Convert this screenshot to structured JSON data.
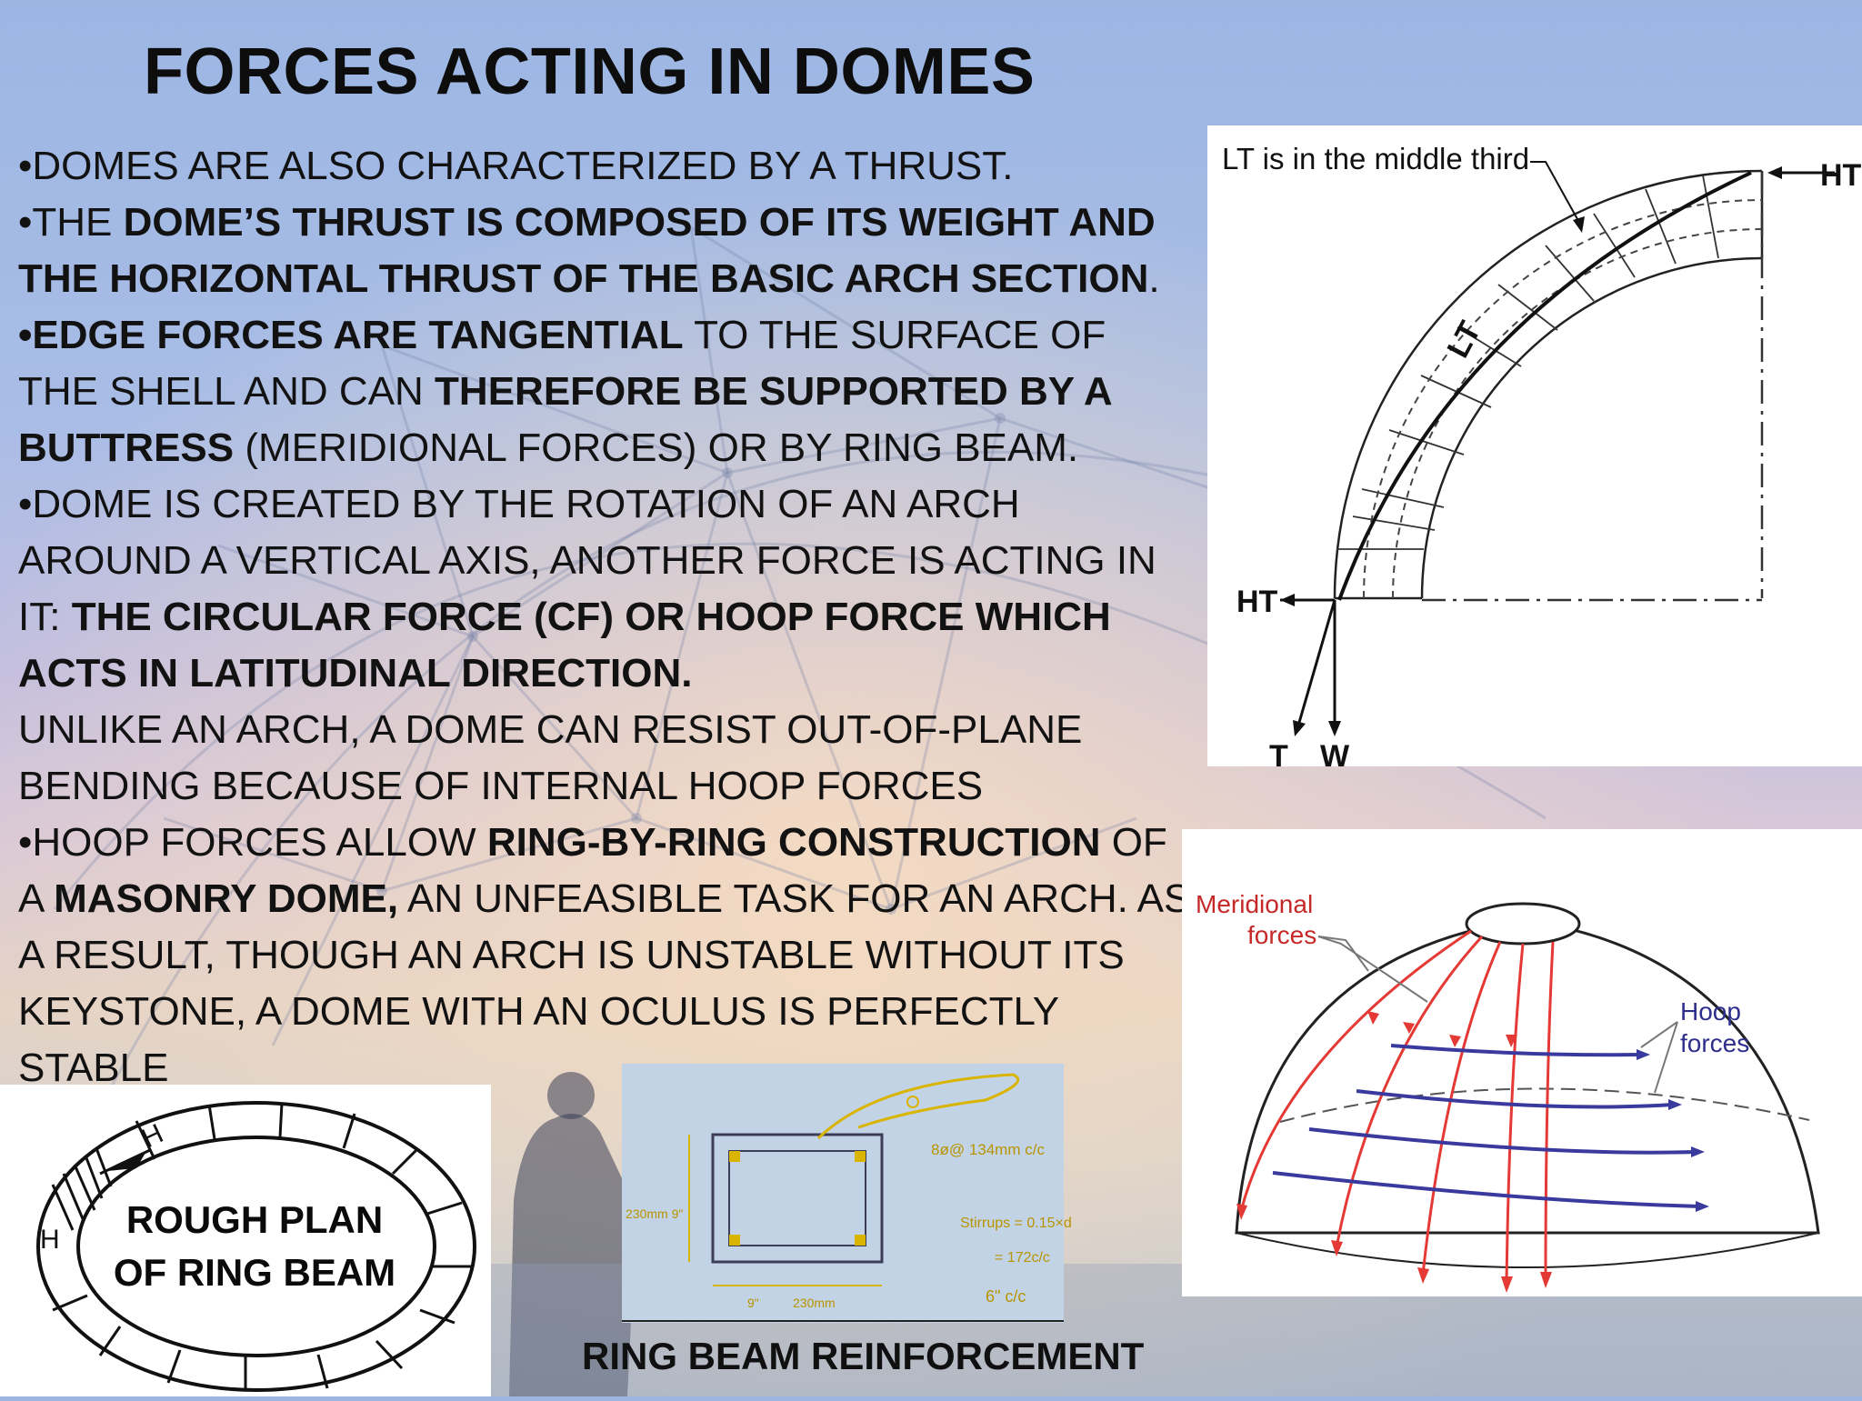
{
  "slide": {
    "title": "FORCES ACTING IN DOMES"
  },
  "bullets": [
    {
      "segments": [
        {
          "text": "•DOMES ARE ALSO CHARACTERIZED BY A THRUST.",
          "bold": false
        }
      ]
    },
    {
      "segments": [
        {
          "text": "•THE ",
          "bold": false
        },
        {
          "text": "DOME’S THRUST IS COMPOSED OF ITS WEIGHT AND THE HORIZONTAL THRUST OF THE BASIC ARCH SECTION",
          "bold": true
        },
        {
          "text": ".",
          "bold": false
        }
      ]
    },
    {
      "segments": [
        {
          "text": "•EDGE FORCES ARE TANGENTIAL",
          "bold": true
        },
        {
          "text": " TO THE SURFACE OF THE SHELL AND CAN ",
          "bold": false
        },
        {
          "text": "THEREFORE BE SUPPORTED BY A BUTTRESS",
          "bold": true
        },
        {
          "text": " (MERIDIONAL FORCES) OR BY RING BEAM.",
          "bold": false
        }
      ]
    },
    {
      "segments": [
        {
          "text": "•DOME IS CREATED BY THE ROTATION OF AN ARCH AROUND A VERTICAL AXIS, ANOTHER FORCE IS ACTING IN IT: ",
          "bold": false
        },
        {
          "text": "THE CIRCULAR FORCE (CF) OR HOOP FORCE WHICH ACTS IN LATITUDINAL DIRECTION.",
          "bold": true
        }
      ]
    },
    {
      "segments": [
        {
          "text": "UNLIKE AN ARCH, A DOME CAN RESIST OUT-OF-PLANE BENDING BECAUSE OF INTERNAL HOOP FORCES",
          "bold": false
        }
      ]
    },
    {
      "segments": [
        {
          "text": "•HOOP FORCES ALLOW ",
          "bold": false
        },
        {
          "text": "RING-BY-RING CONSTRUCTION",
          "bold": true
        },
        {
          "text": " OF A ",
          "bold": false
        },
        {
          "text": "MASONRY DOME,",
          "bold": true
        },
        {
          "text": " AN UNFEASIBLE TASK FOR AN ARCH. AS A RESULT, THOUGH AN ARCH IS UNSTABLE WITHOUT ITS KEYSTONE, A DOME WITH AN OCULUS IS PERFECTLY STABLE",
          "bold": false
        }
      ]
    }
  ],
  "arch_diagram": {
    "note": "LT is in the middle third",
    "ht_top": "HT",
    "lt": "LT",
    "ht_base": "HT",
    "t": "T",
    "w": "W"
  },
  "dome_diagram": {
    "meridional_line1": "Meridional",
    "meridional_line2": "forces",
    "hoop_line1": "Hoop",
    "hoop_line2": "forces",
    "meridional_color": "#e53935",
    "hoop_color": "#3a3a9e"
  },
  "plan": {
    "label_line1": "ROUGH PLAN",
    "label_line2": "OF RING BEAM",
    "h1": "H",
    "h2": "H"
  },
  "sketch": {
    "note1": "8ø@ 134mm c/c",
    "note2": "Stirrups = 0.15×d",
    "note3": "= 172c/c",
    "note4": "6\" c/c",
    "dim_side": "230mm 9\"",
    "dim_bottom_a": "9\"",
    "dim_bottom_b": "230mm"
  },
  "caption": "RING BEAM REINFORCEMENT"
}
